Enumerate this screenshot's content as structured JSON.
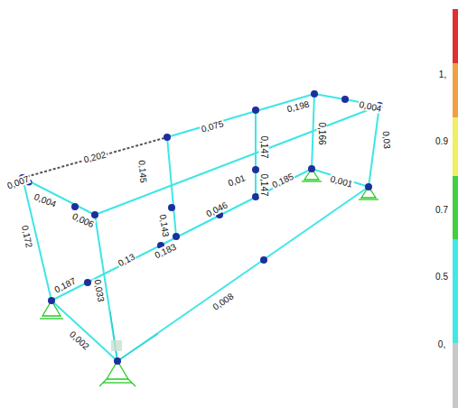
{
  "diagram": {
    "labels": [
      "0,007",
      "0,202",
      "0,004",
      "0,006",
      "0,172",
      "0,145",
      "0,143",
      "0,075",
      "0,01",
      "0,147",
      "0,147",
      "0,198",
      "0,004",
      "0,166",
      "0,03",
      "0,046",
      "0,185",
      "0,001",
      "0,183",
      "0,13",
      "0,187",
      "0,033",
      "0,008",
      "0,002",
      "1,",
      "0.9",
      "0.7",
      "0.5",
      "0,"
    ]
  }
}
